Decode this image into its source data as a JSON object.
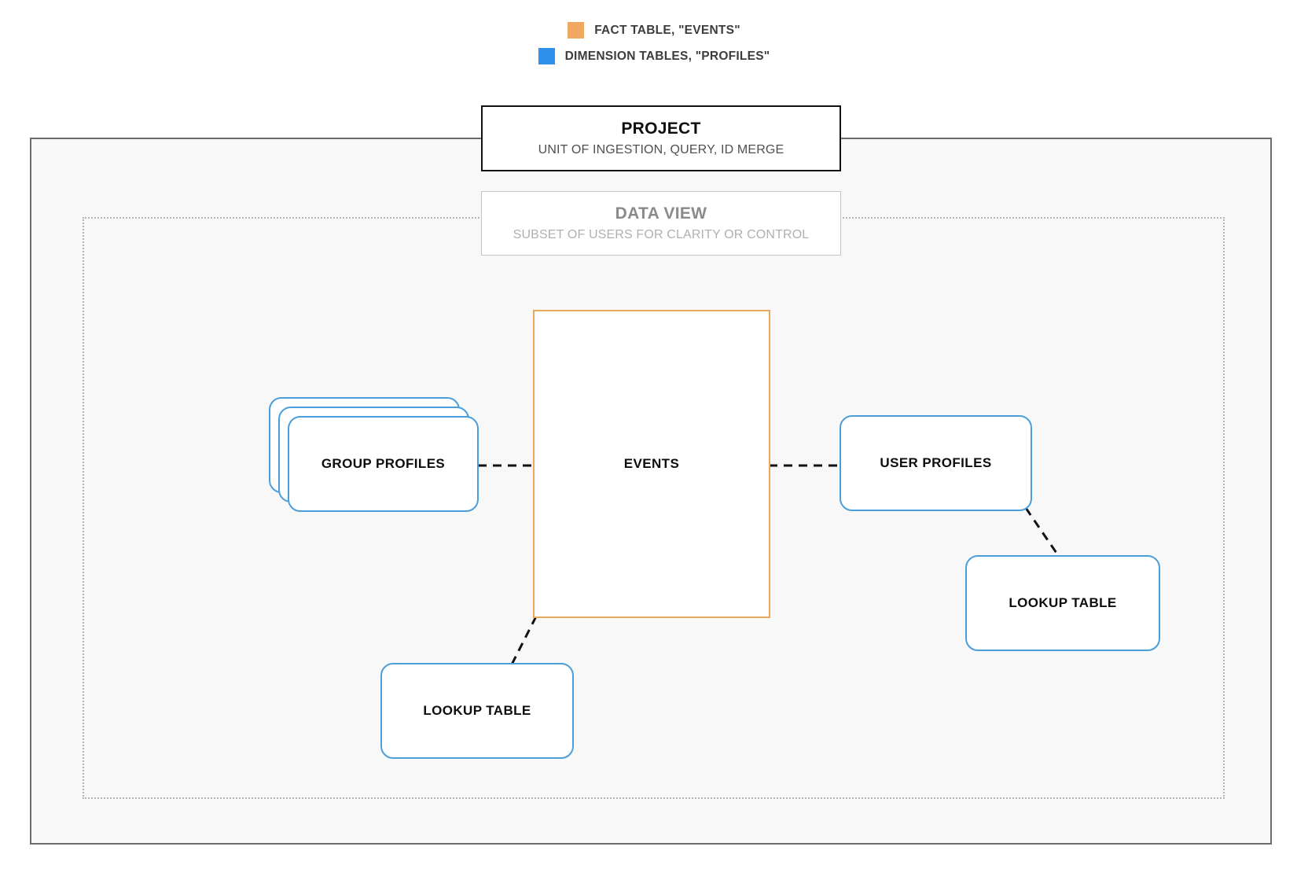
{
  "legend": {
    "items": [
      {
        "label": "FACT TABLE, \"EVENTS\"",
        "color": "#f0a860",
        "icon": "square-swatch-orange"
      },
      {
        "label": "DIMENSION TABLES, \"PROFILES\"",
        "color": "#2e90e8",
        "icon": "square-swatch-blue"
      }
    ]
  },
  "project": {
    "title": "PROJECT",
    "subtitle": "UNIT OF INGESTION, QUERY, ID MERGE"
  },
  "data_view": {
    "title": "DATA VIEW",
    "subtitle": "SUBSET OF USERS FOR CLARITY OR CONTROL"
  },
  "nodes": {
    "events": {
      "label": "EVENTS",
      "type": "fact-table",
      "color": "#e8a85c"
    },
    "group_profiles": {
      "label": "GROUP PROFILES",
      "type": "dimension-table-stack",
      "color": "#4a9fdb",
      "stack_count": 3
    },
    "user_profiles": {
      "label": "USER PROFILES",
      "type": "dimension-table",
      "color": "#4a9fdb"
    },
    "lookup_table_right": {
      "label": "LOOKUP TABLE",
      "type": "dimension-table",
      "color": "#4a9fdb"
    },
    "lookup_table_left": {
      "label": "LOOKUP TABLE",
      "type": "dimension-table",
      "color": "#4a9fdb"
    }
  },
  "connections": [
    {
      "from": "group_profiles",
      "to": "events",
      "style": "dashed"
    },
    {
      "from": "events",
      "to": "user_profiles",
      "style": "dashed"
    },
    {
      "from": "events",
      "to": "lookup_table_left",
      "style": "dashed"
    },
    {
      "from": "user_profiles",
      "to": "lookup_table_right",
      "style": "dashed"
    }
  ],
  "colors": {
    "fact": "#e8a85c",
    "dimension": "#4a9fdb",
    "project_border": "#111111",
    "dataview_border": "#c4c4c4",
    "container_fill": "#f8f8f8",
    "container_border": "#6b6b6b",
    "dotted_border": "#b3b3b3"
  }
}
